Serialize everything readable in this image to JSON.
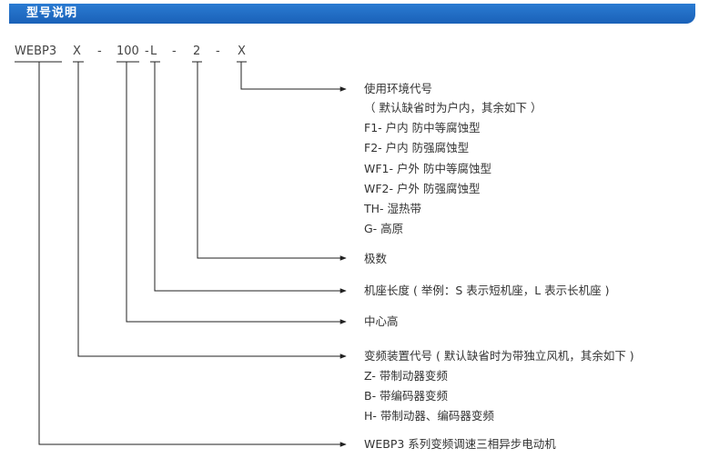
{
  "header": {
    "title": "型号说明"
  },
  "model_code": {
    "series": "WEBP3",
    "seg1": "X",
    "seg2": "100",
    "seg3": "L",
    "seg4": "2",
    "seg5": "X",
    "dash": "-"
  },
  "groups": {
    "env": {
      "lines": [
        "使用环境代号",
        "（ 默认缺省时为户内，其余如下 ）",
        "F1- 户内 防中等腐蚀型",
        "F2- 户内 防强腐蚀型",
        "WF1- 户外 防中等腐蚀型",
        "WF2- 户外 防强腐蚀型",
        "TH- 湿热带",
        "G- 高原"
      ]
    },
    "poles": {
      "lines": [
        "极数"
      ]
    },
    "seat": {
      "lines": [
        "机座长度 ( 举例：S 表示短机座，L 表示长机座 )"
      ]
    },
    "center": {
      "lines": [
        "中心高"
      ]
    },
    "vfd": {
      "lines": [
        "变频装置代号 ( 默认缺省时为带独立风机，其余如下 )",
        "Z- 带制动器变频",
        "B- 带编码器变频",
        "H- 带制动器、编码器变频"
      ]
    },
    "series": {
      "lines": [
        "WEBP3 系列变频调速三相异步电动机"
      ]
    }
  }
}
